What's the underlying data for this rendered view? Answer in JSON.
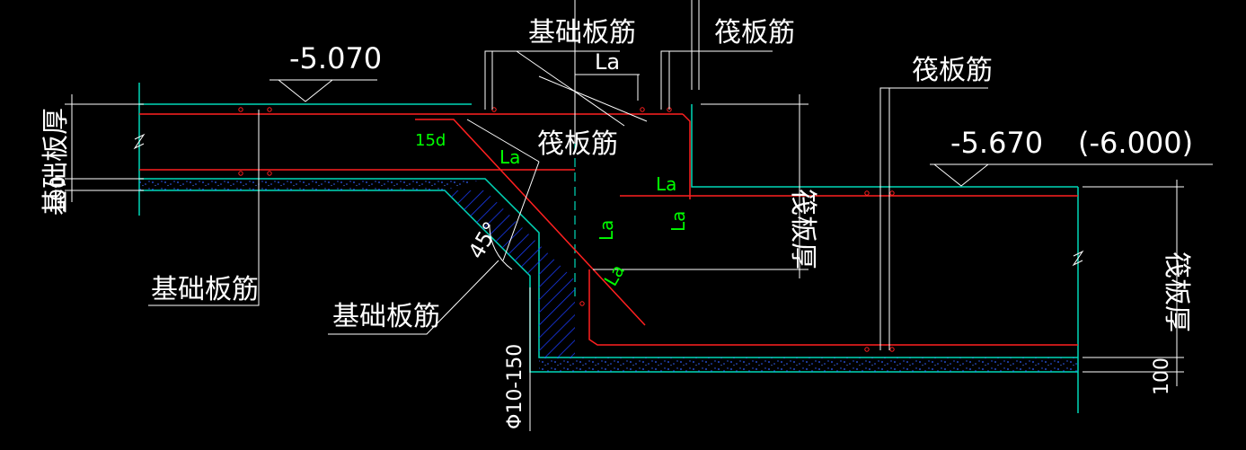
{
  "labels": {
    "elev_left": "-5.070",
    "elev_right": "-5.670",
    "elev_right_paren": "(-6.000)",
    "jichu_top": "基础板筋",
    "jichu_left": "基础板筋",
    "jichu_mid": "基础板筋",
    "fa_top1": "筏板筋",
    "fa_top2": "筏板筋",
    "fa_mid": "筏板筋",
    "thick_left": "基础板厚",
    "thick_mid": "筏板厚",
    "thick_right": "筏板厚",
    "dim_100_left": "100",
    "dim_100_right": "100",
    "stirrup": "Φ10-150",
    "angle": "45°",
    "la_top": "La",
    "la_1": "La",
    "la_2": "La",
    "la_3": "La",
    "la_4": "La",
    "la_5": "La",
    "hook_15d": "15d"
  },
  "colors": {
    "concrete_outline": "#00d8b8",
    "rebar": "#ff2020",
    "hatch": "#1a3cff",
    "text_annotation": "#00ff00",
    "dimension": "#ffffff"
  }
}
